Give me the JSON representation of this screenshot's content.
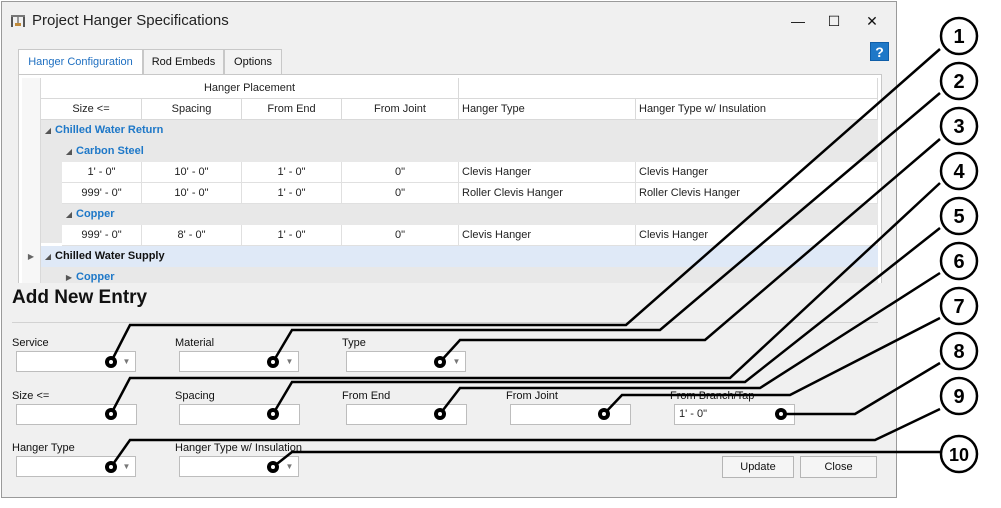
{
  "window": {
    "title": "Project Hanger Specifications",
    "minimize": "—",
    "maximize": "☐",
    "close": "✕",
    "help": "?"
  },
  "tabs": [
    "Hanger Configuration",
    "Rod Embeds",
    "Options"
  ],
  "grid": {
    "band_header": "Hanger Placement",
    "columns": [
      "Size <=",
      "Spacing",
      "From End",
      "From Joint",
      "Hanger Type",
      "Hanger Type w/ Insulation"
    ],
    "groups": [
      {
        "service": "Chilled Water Return",
        "materials": [
          {
            "name": "Carbon Steel",
            "rows": [
              [
                "1' - 0\"",
                "10' - 0\"",
                "1' - 0\"",
                "0\"",
                "Clevis Hanger",
                "Clevis Hanger"
              ],
              [
                "999' - 0\"",
                "10' - 0\"",
                "1' - 0\"",
                "0\"",
                "Roller Clevis Hanger",
                "Roller Clevis Hanger"
              ]
            ]
          },
          {
            "name": "Copper",
            "rows": [
              [
                "999' - 0\"",
                "8' - 0\"",
                "1' - 0\"",
                "0\"",
                "Clevis Hanger",
                "Clevis Hanger"
              ]
            ]
          }
        ]
      },
      {
        "service": "Chilled Water Supply",
        "materials": [
          {
            "name": "Copper",
            "rows": []
          }
        ]
      }
    ]
  },
  "form": {
    "heading": "Add New Entry",
    "labels": {
      "service": "Service",
      "material": "Material",
      "type": "Type",
      "size": "Size <=",
      "spacing": "Spacing",
      "from_end": "From End",
      "from_joint": "From Joint",
      "from_branch": "From Branch/Tap",
      "hanger_type": "Hanger Type",
      "hanger_type_ins": "Hanger Type w/ Insulation"
    },
    "values": {
      "from_branch": "1' - 0\""
    },
    "buttons": {
      "update": "Update",
      "close": "Close"
    }
  },
  "callouts": [
    "1",
    "2",
    "3",
    "4",
    "5",
    "6",
    "7",
    "8",
    "9",
    "10"
  ]
}
